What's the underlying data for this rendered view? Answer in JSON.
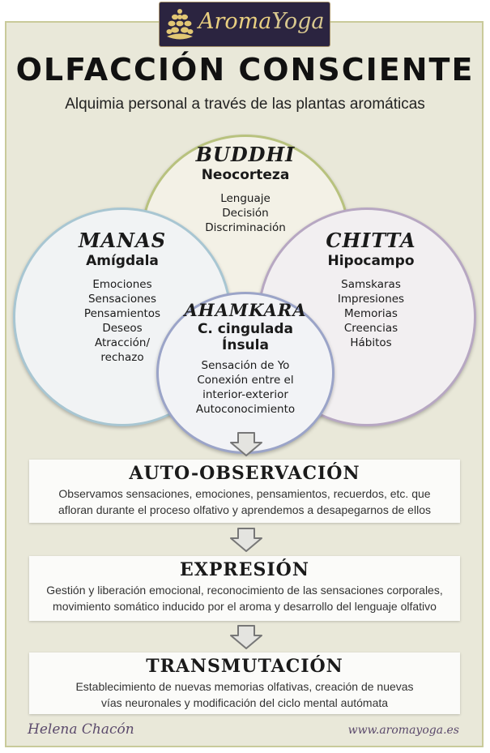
{
  "brand": {
    "name_part1": "Aroma",
    "name_part2": "Yoga",
    "logo_icon": "lotus-pinecone-icon",
    "bg_color": "#2b2440",
    "text_color": "#e9cf80"
  },
  "header": {
    "title": "OLFACCIÓN CONSCIENTE",
    "subtitle": "Alquimia personal a través de las plantas aromáticas"
  },
  "circles": {
    "buddhi": {
      "name": "BUDDHI",
      "region": "Neocorteza",
      "items": [
        "Lenguaje",
        "Decisión",
        "Discriminación"
      ],
      "border_color": "#b8c27e"
    },
    "manas": {
      "name": "MANAS",
      "region": "Amígdala",
      "items": [
        "Emociones",
        "Sensaciones",
        "Pensamientos",
        "Deseos",
        "Atracción/",
        "rechazo"
      ],
      "border_color": "#a8c6d2"
    },
    "chitta": {
      "name": "CHITTA",
      "region": "Hipocampo",
      "items": [
        "Samskaras",
        "Impresiones",
        "Memorias",
        "Creencias",
        "Hábitos"
      ],
      "border_color": "#b7a7c2"
    },
    "ahamkara": {
      "name": "AHAMKARA",
      "region_line1": "C. cingulada",
      "region_line2": "Ínsula",
      "items": [
        "Sensación de Yo",
        "Conexión entre el",
        "interior-exterior",
        "Autoconocimiento"
      ],
      "border_color": "#9ba4c8"
    }
  },
  "steps": [
    {
      "title": "AUTO-OBSERVACIÓN",
      "line1": "Observamos sensaciones, emociones, pensamientos, recuerdos, etc. que",
      "line2": "afloran durante el proceso olfativo y aprendemos a desapegarnos de ellos"
    },
    {
      "title": "EXPRESIÓN",
      "line1": "Gestión y liberación emocional, reconocimiento de las sensaciones corporales,",
      "line2": "movimiento somático inducido por el aroma y desarrollo del lenguaje olfativo"
    },
    {
      "title": "TRANSMUTACIÓN",
      "line1": "Establecimiento de nuevas memorias olfativas, creación de nuevas",
      "line2": "vías neuronales y modificación del ciclo mental autómata"
    }
  ],
  "arrow_icon": "down-arrow-icon",
  "footer": {
    "author": "Helena Chacón",
    "website": "www.aromayoga.es"
  }
}
